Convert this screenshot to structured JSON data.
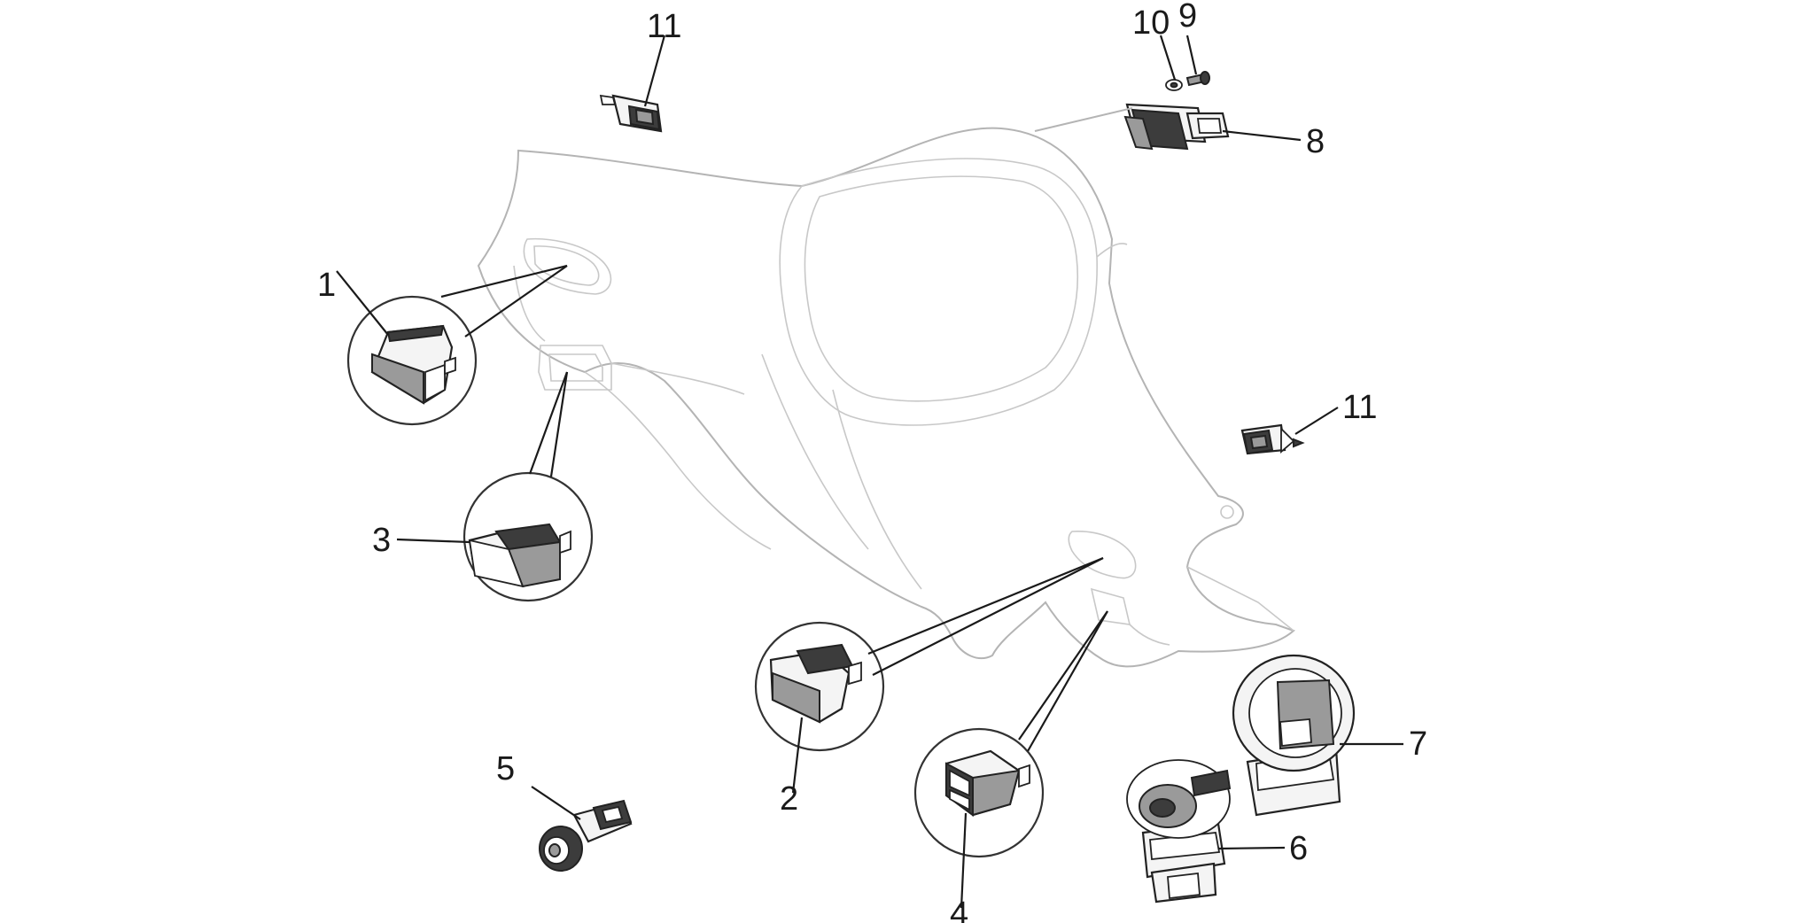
{
  "diagram": {
    "callouts": [
      {
        "id": "c1",
        "text": "1"
      },
      {
        "id": "c2",
        "text": "2"
      },
      {
        "id": "c3",
        "text": "3"
      },
      {
        "id": "c4",
        "text": "4"
      },
      {
        "id": "c5",
        "text": "5"
      },
      {
        "id": "c6",
        "text": "6"
      },
      {
        "id": "c7",
        "text": "7"
      },
      {
        "id": "c8",
        "text": "8"
      },
      {
        "id": "c9",
        "text": "9"
      },
      {
        "id": "c10",
        "text": "10"
      },
      {
        "id": "c11a",
        "text": "11"
      },
      {
        "id": "c11b",
        "text": "11"
      }
    ]
  }
}
